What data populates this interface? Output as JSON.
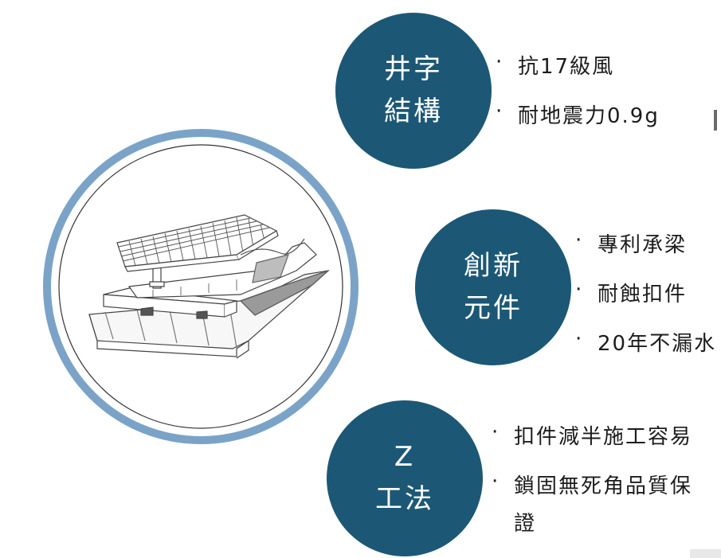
{
  "sections": [
    {
      "title_lines": [
        "井字",
        "結構"
      ],
      "bullets": [
        "抗17級風",
        "耐地震力0.9g"
      ]
    },
    {
      "title_lines": [
        "創新",
        "元件"
      ],
      "bullets": [
        "專利承梁",
        "耐蝕扣件",
        "20年不漏水"
      ]
    },
    {
      "title_lines": [
        "Z",
        "工法"
      ],
      "bullets": [
        "扣件減半施工容易",
        "鎖固無死角品質保",
        "證"
      ]
    }
  ],
  "colors": {
    "badge": "#1c5876",
    "ring": "#7ba3c8",
    "text": "#1c1c1c"
  },
  "illustration": {
    "subject": "solar panel mounted on metal roof with rail and bracket"
  }
}
